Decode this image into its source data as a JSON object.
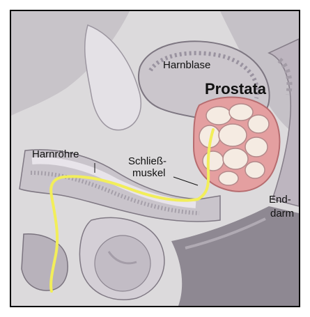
{
  "labels": {
    "bladder": "Harnblase",
    "prostate": "Prostata",
    "urethra": "Harnröhre",
    "sphincter_line1": "Schließ-",
    "sphincter_line2": "muskel",
    "rectum_line1": "End-",
    "rectum_line2": "darm"
  },
  "colors": {
    "background": "#d9d7da",
    "tissue": "#b9b4ba",
    "tissue_dark": "#8f8891",
    "urethra_line": "#f2ee5a",
    "prostate_pink": "#e9a7a8",
    "prostate_lobe": "#f6e9de",
    "label_text": "#111111"
  }
}
